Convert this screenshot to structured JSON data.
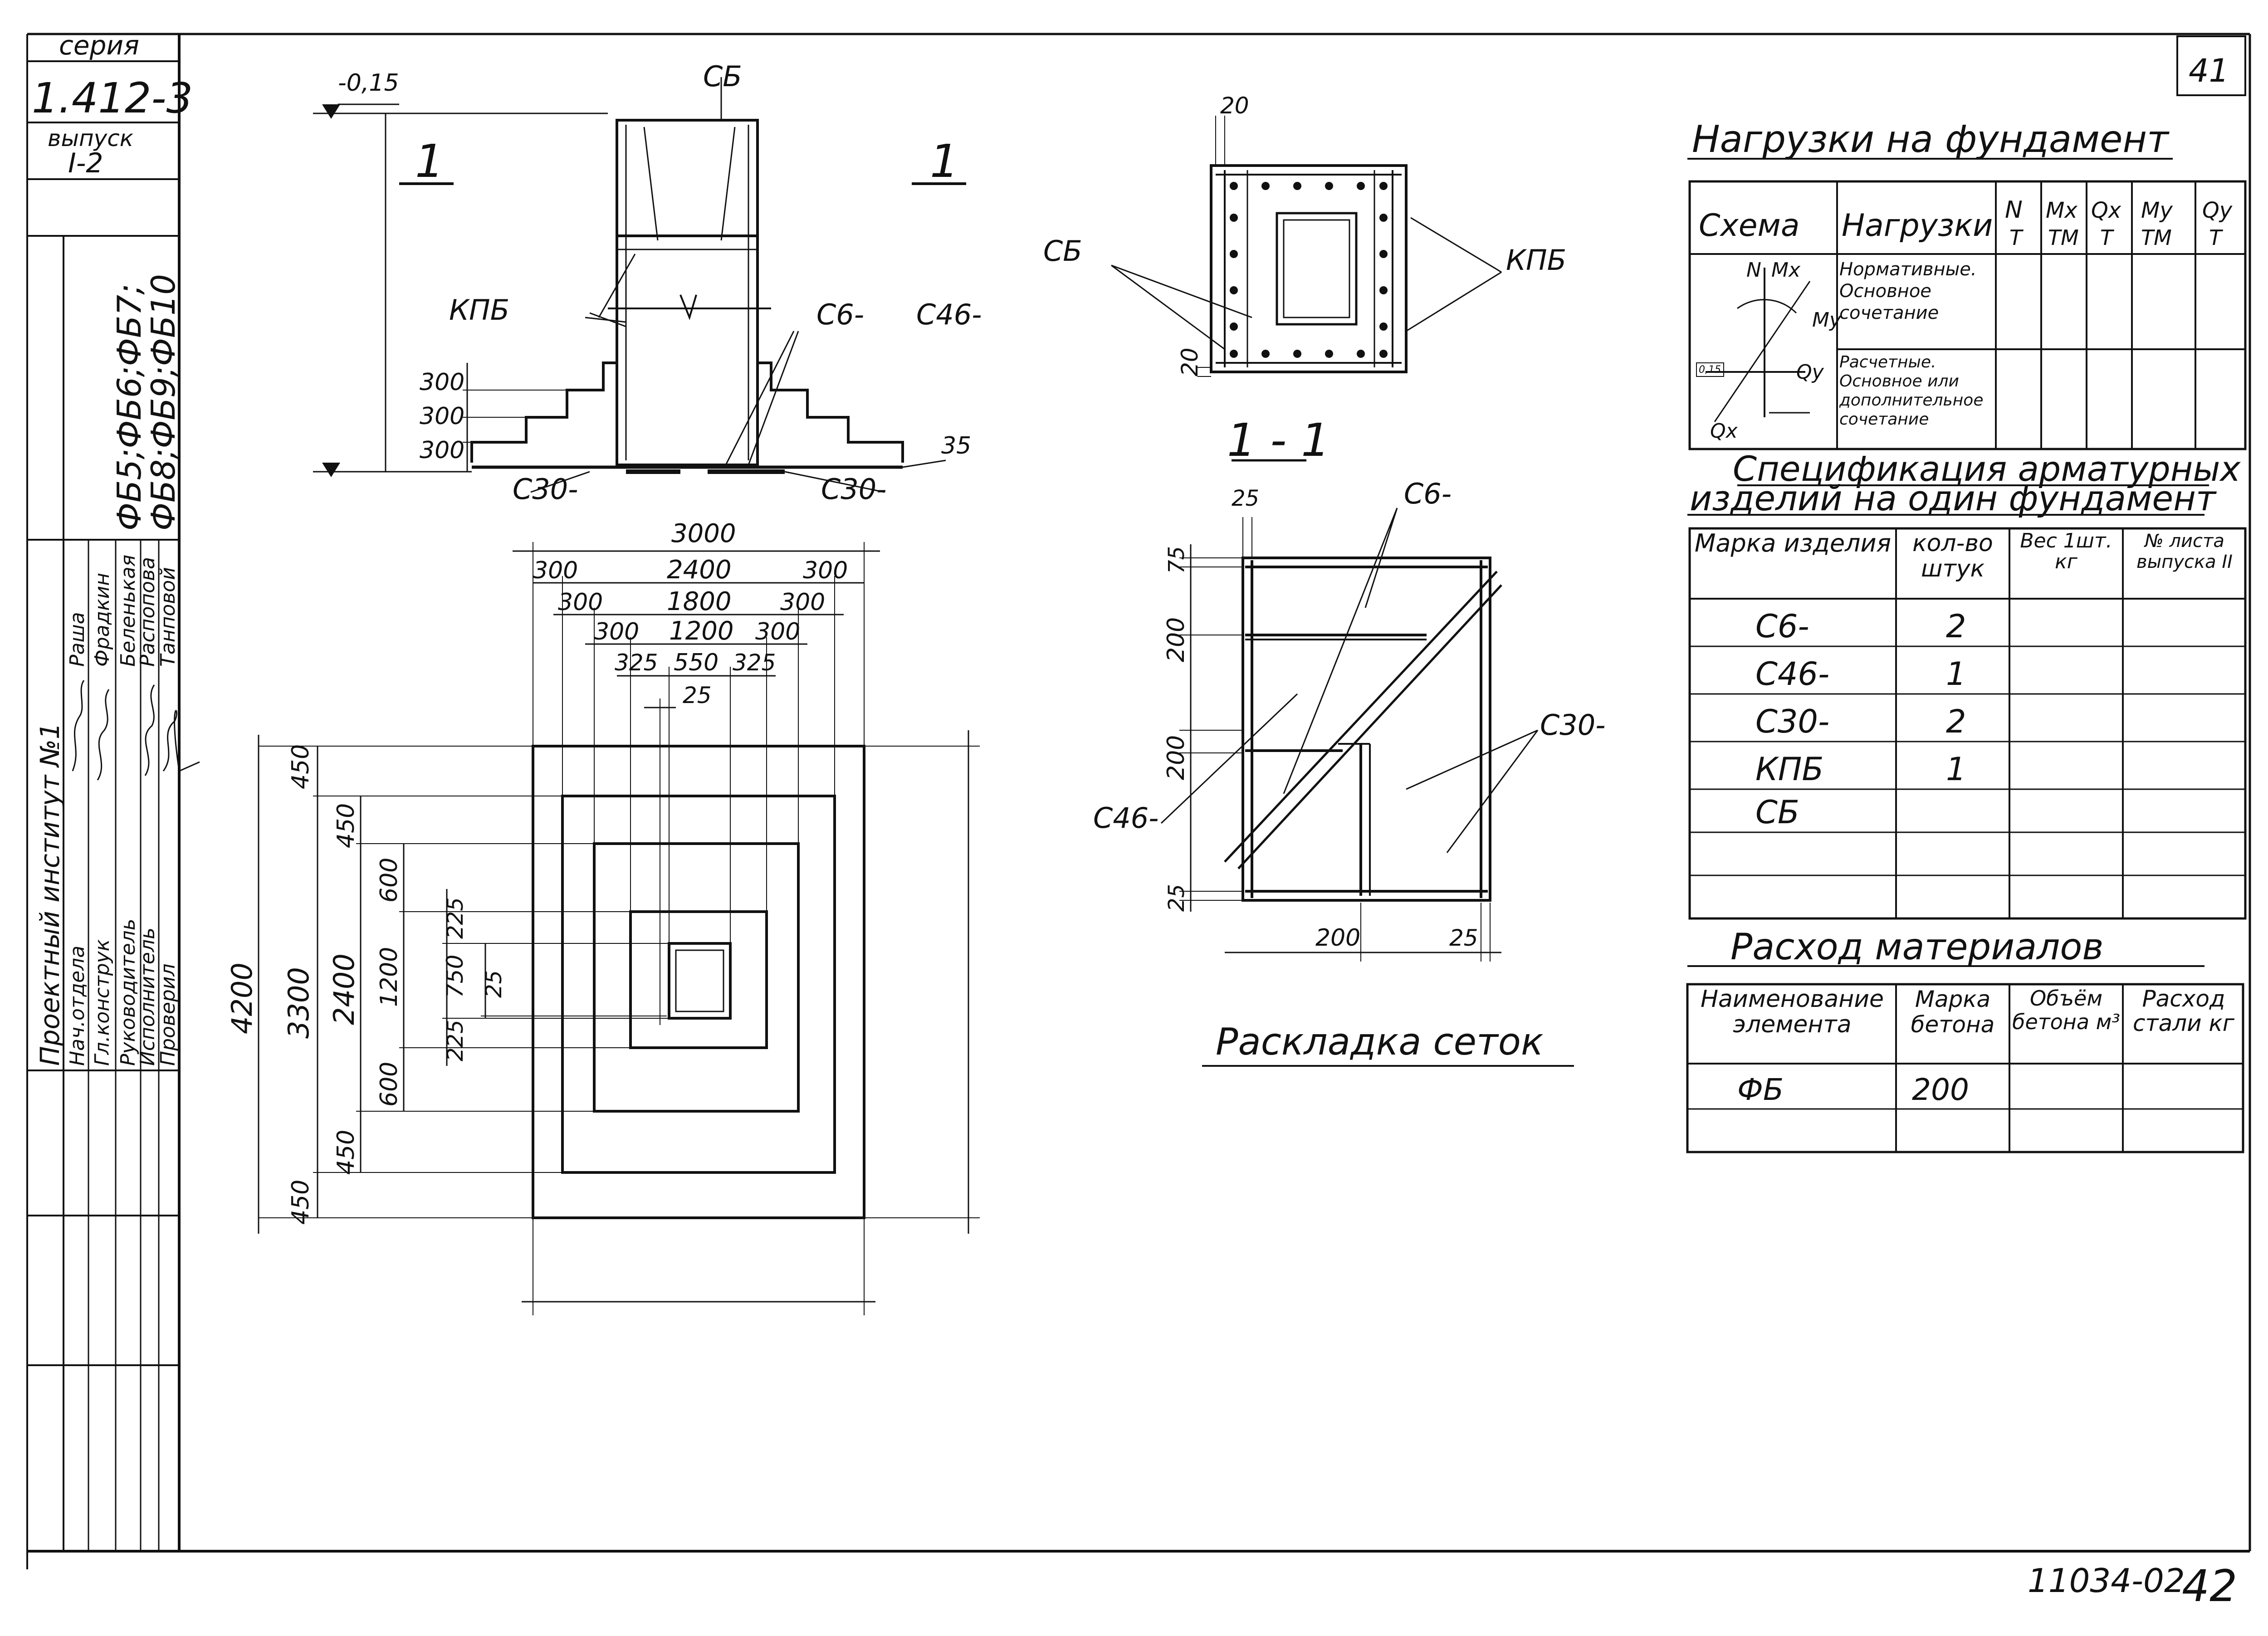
{
  "stamp": {
    "series_label": "серия",
    "series_value": "1.412-3",
    "issue_label": "выпуск",
    "issue_value": "I-2",
    "codes_1": "ФБ5;ФБ6;ФБ7;",
    "codes_2": "ФБ8;ФБ9;ФБ10",
    "institute": "Проектный институт №1",
    "roles": [
      "Нач.отдела",
      "Гл.конструк",
      "Руководитель",
      "Исполнитель",
      "Проверил"
    ],
    "names": [
      "Раша",
      "Фрадкин",
      "Беленькая",
      "Распопова",
      "Танповой"
    ]
  },
  "sheet": {
    "number": "41",
    "footer_code": "11034-02",
    "footer_page": "42"
  },
  "section": {
    "title_left": "1",
    "title_right": "1",
    "level_top": "-0,15",
    "labels": [
      "СБ",
      "КПБ",
      "С6-",
      "С46-",
      "С30-",
      "С30-"
    ],
    "dims": [
      "300",
      "300",
      "300",
      "35"
    ]
  },
  "plan": {
    "dims_h": [
      "3000",
      "300",
      "2400",
      "300",
      "300",
      "1800",
      "300",
      "300",
      "1200",
      "300",
      "325",
      "550",
      "325",
      "25"
    ],
    "dims_v": [
      "4200",
      "450",
      "3300",
      "450",
      "2400",
      "450",
      "600",
      "1200",
      "600",
      "450",
      "225",
      "750",
      "225",
      "25"
    ]
  },
  "plan_small": {
    "dims": [
      "20",
      "20"
    ],
    "labels": [
      "СБ",
      "КПБ"
    ]
  },
  "mesh": {
    "section_label": "1 - 1",
    "dims": [
      "25",
      "75",
      "200",
      "200",
      "25",
      "200",
      "25"
    ],
    "labels": [
      "С6-",
      "С30-",
      "С46-"
    ],
    "caption": "Раскладка сеток"
  },
  "loads": {
    "title": "Нагрузки на фундамент",
    "headers": [
      "Схема",
      "Нагрузки",
      "N",
      "Mx",
      "Qx",
      "My",
      "Qy"
    ],
    "units": [
      "Т",
      "ТМ",
      "Т",
      "ТМ",
      "Т"
    ],
    "rows": [
      {
        "name": "Нормативные. Основное сочетание"
      },
      {
        "name": "Расчетные. Основное или дополнительное сочетание"
      }
    ],
    "scheme_labels": [
      "N",
      "Mx",
      "My",
      "Qy",
      "Qx",
      "0,15"
    ]
  },
  "spec": {
    "title_1": "Спецификация арматурных",
    "title_2": "изделий на один фундамент",
    "headers": [
      "Марка изделия",
      "кол-во штук",
      "Вес 1шт. кг",
      "№ листа выпуска II"
    ],
    "rows": [
      {
        "mark": "С6-",
        "qty": "2"
      },
      {
        "mark": "С46-",
        "qty": "1"
      },
      {
        "mark": "С30-",
        "qty": "2"
      },
      {
        "mark": "КПБ",
        "qty": "1"
      },
      {
        "mark": "СБ",
        "qty": ""
      }
    ]
  },
  "materials": {
    "title": "Расход материалов",
    "headers": [
      "Наименование элемента",
      "Марка бетона",
      "Объём бетона м³",
      "Расход стали кг"
    ],
    "row": {
      "name": "ФБ",
      "grade": "200"
    }
  }
}
